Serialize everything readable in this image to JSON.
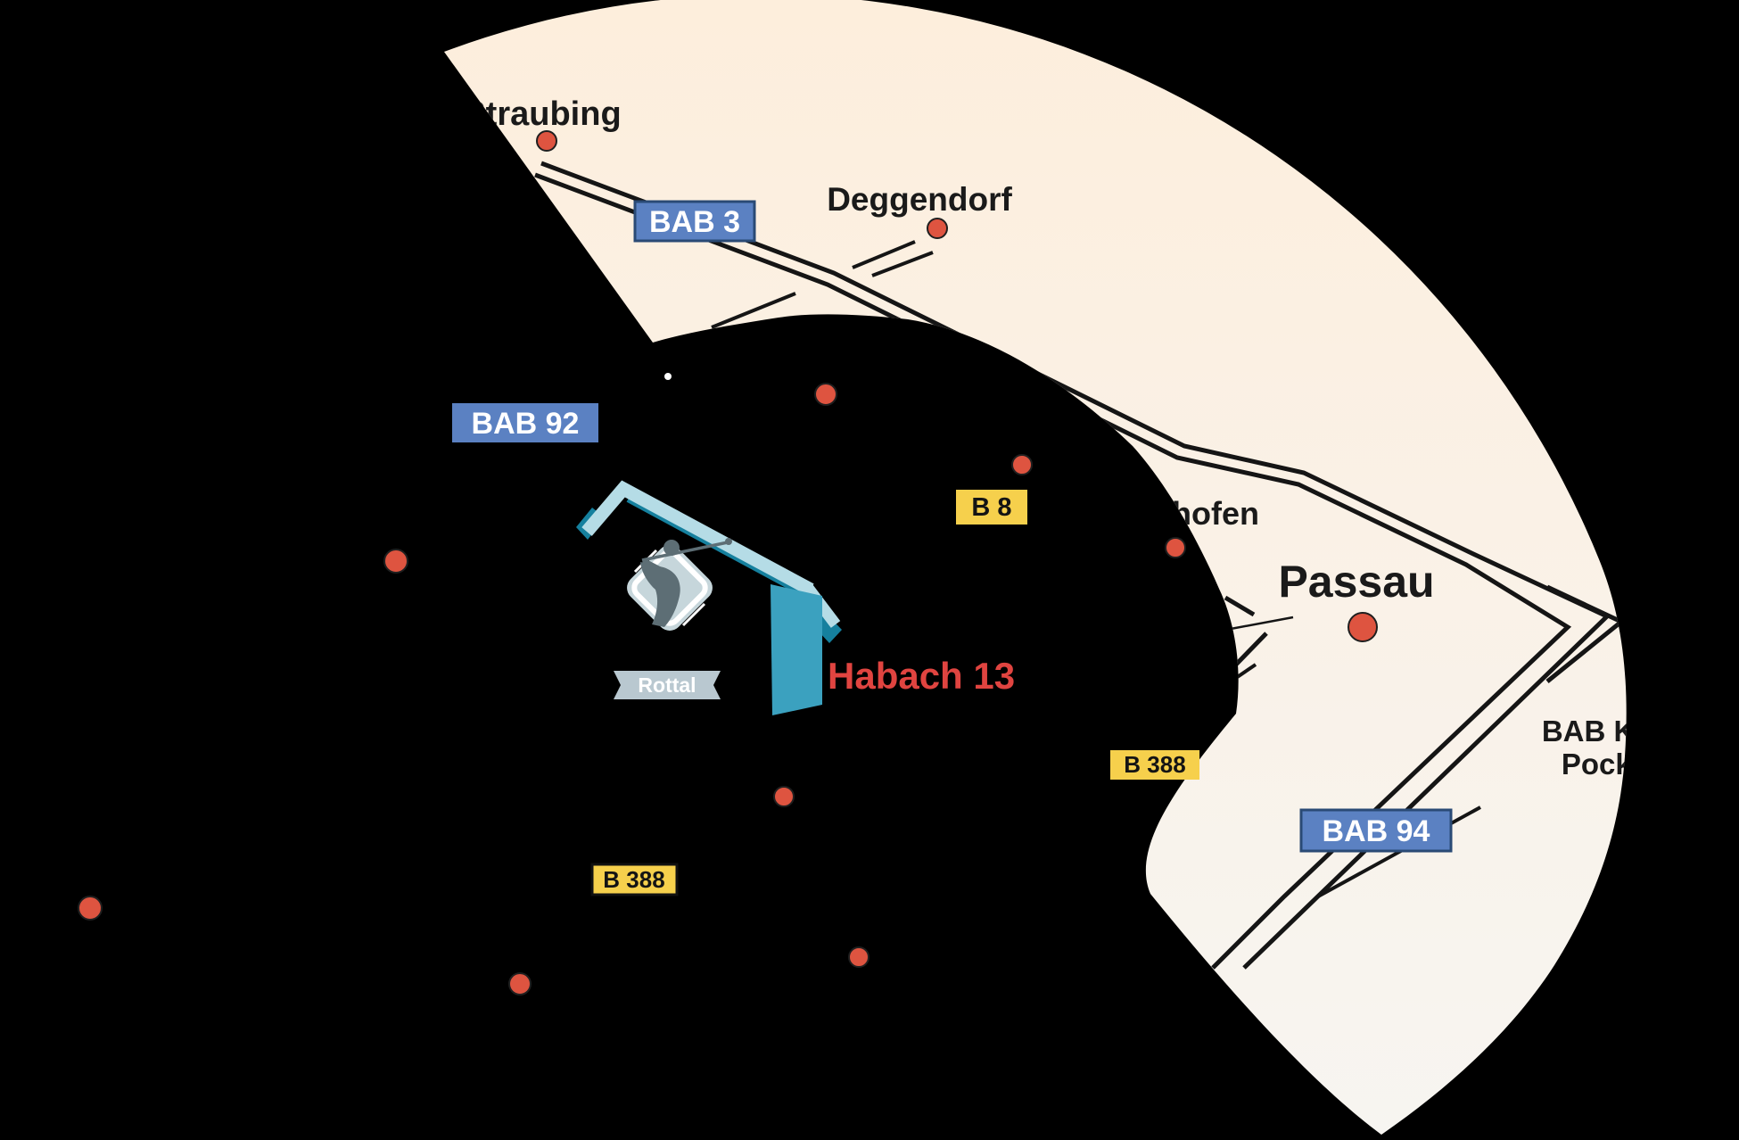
{
  "colors": {
    "background": "#000000",
    "map_area_top": "#fdeedc",
    "map_area_mid": "#faf1e6",
    "map_area_bottom": "#f7f5f1",
    "road": "#151515",
    "city_text": "#1a1a1a",
    "city_dot": "#de5440",
    "dot_outline": "#1f1f1f",
    "autobahn_label_bg": "#5b81c2",
    "autobahn_label_border": "#2a4a75",
    "autobahn_label_text": "#ffffff",
    "bundesstrasse_label_bg": "#f6d04c",
    "bundesstrasse_label_text": "#141414",
    "address_text": "#e04440",
    "logo_light": "#b5dce6",
    "logo_mid": "#3ba1bf",
    "logo_dark": "#15809e",
    "emblem_bg": "#c6d6db",
    "emblem_figure": "#5d6e75",
    "ribbon_bg": "#b9c8d0",
    "ribbon_text": "#ffffff"
  },
  "cities": [
    {
      "name": "Straubing"
    },
    {
      "name": "Deggendorf"
    },
    {
      "name": "Vilshofen"
    },
    {
      "name": "Passau"
    }
  ],
  "junction": {
    "line1": "BAB Kreuz",
    "line2": "Pocking"
  },
  "road_labels": {
    "bab3": "BAB 3",
    "bab92": "BAB 92",
    "bab94": "BAB 94",
    "b8": "B 8",
    "b388_left": "B 388",
    "b388_right": "B 388"
  },
  "marker": {
    "address": "Habach 13",
    "ribbon": "Rottal"
  },
  "dots": {
    "named_count": 4,
    "unnamed_count": 7
  }
}
